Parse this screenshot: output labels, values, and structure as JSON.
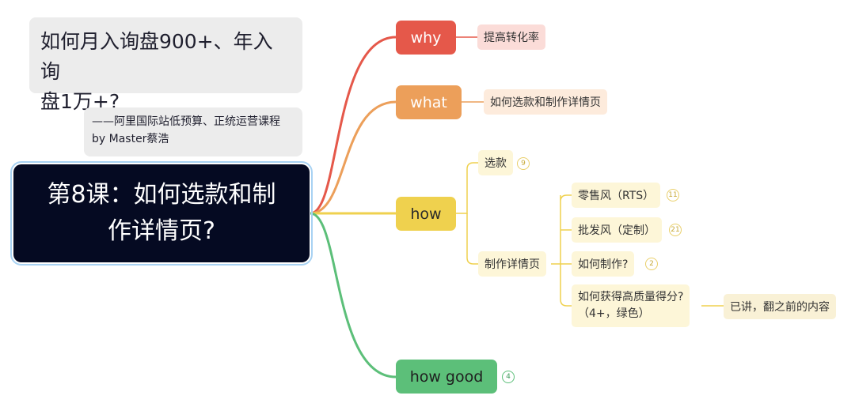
{
  "notes": {
    "title_line1": "如何月入询盘900+、年入询",
    "title_line2": "盘1万+?",
    "subtitle_line1": "——阿里国际站低预算、正统运营课程",
    "subtitle_line2": "by Master蔡浩"
  },
  "root": {
    "line1": "第8课：如何选款和制",
    "line2": "作详情页?"
  },
  "branches": {
    "why": {
      "label": "why",
      "leaf": "提高转化率"
    },
    "what": {
      "label": "what",
      "leaf": "如何选款和制作详情页"
    },
    "how": {
      "label": "how",
      "xuankuan": {
        "label": "选款",
        "badge": "9"
      },
      "zhizuo": {
        "label": "制作详情页",
        "retail": {
          "label": "零售风（RTS）",
          "badge": "11"
        },
        "wholesale": {
          "label": "批发风（定制）",
          "badge": "21"
        },
        "howmake": {
          "label": "如何制作?",
          "badge": "2"
        },
        "score": {
          "line1": "如何获得高质量得分?",
          "line2": "（4+，绿色）",
          "child": "已讲，翻之前的内容"
        }
      }
    },
    "howgood": {
      "label": "how good",
      "badge": "4"
    }
  },
  "colors": {
    "why": "#e5584a",
    "what": "#ec9f5a",
    "how": "#efd14e",
    "howgood": "#5cbf79",
    "root_bg": "#050a22"
  }
}
